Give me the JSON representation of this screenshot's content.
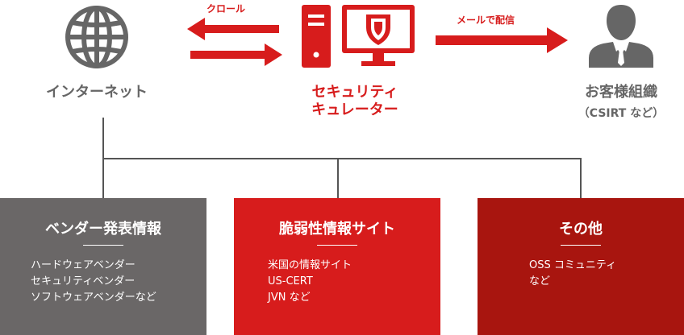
{
  "nodes": {
    "internet": {
      "label": "インターネット"
    },
    "curator": {
      "line1": "セキュリティ",
      "line2": "キュレーター"
    },
    "org": {
      "label": "お客様組織",
      "sub": "（CSIRT など）"
    }
  },
  "arrows": {
    "crawl": "クロール",
    "mail": "メールで配信"
  },
  "sources": [
    {
      "title": "ベンダー発表情報",
      "items": [
        "ハードウェアベンダー",
        "セキュリティベンダー",
        "ソフトウェアベンダーなど"
      ],
      "color": "#6a6767"
    },
    {
      "title": "脆弱性情報サイト",
      "items": [
        "米国の情報サイト",
        "US-CERT",
        "JVN など"
      ],
      "color": "#d71c1c"
    },
    {
      "title": "その他",
      "items": [
        "OSS コミュニティ",
        "など"
      ],
      "color": "#a8150f"
    }
  ],
  "colors": {
    "accent_red": "#d71c1c",
    "gray": "#6a6767",
    "dark_red": "#a8150f"
  }
}
